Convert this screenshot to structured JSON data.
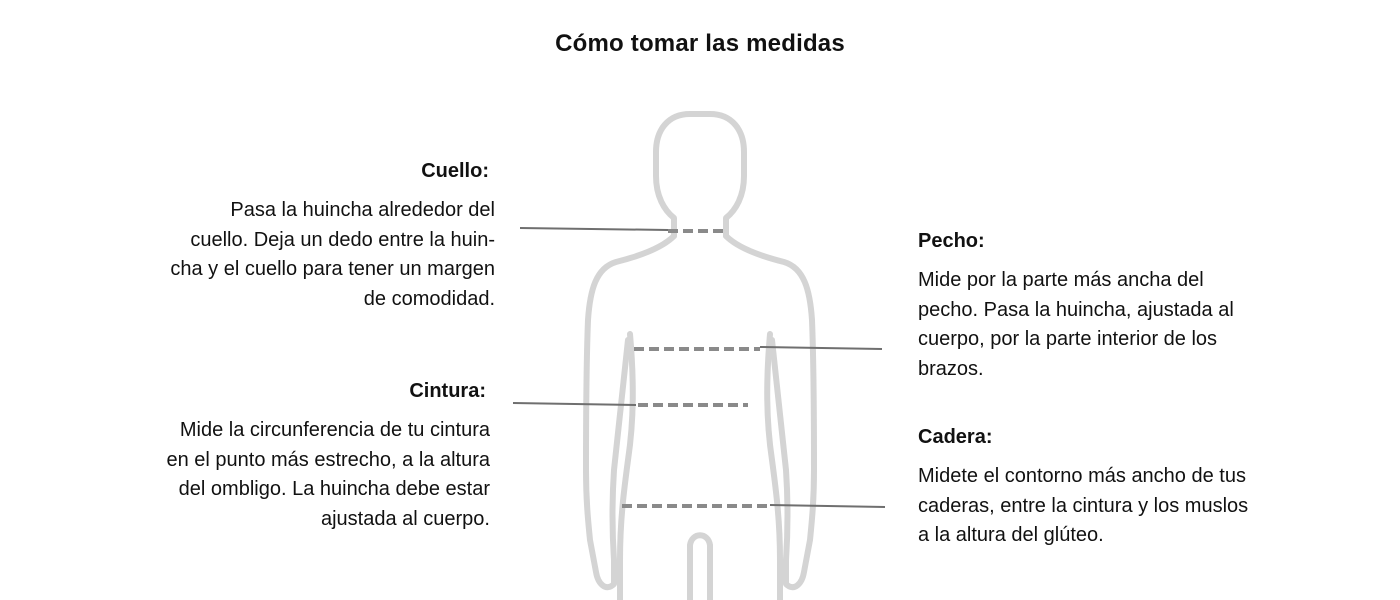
{
  "title": "Cómo tomar las medidas",
  "colors": {
    "silhouette": "#d4d4d4",
    "leader_line": "#6f6f6f",
    "tape_dash": "#8a8a8a",
    "text": "#111111"
  },
  "sections": {
    "neck": {
      "heading": "Cuello:",
      "lines": [
        "Pasa la huincha alrededor del",
        "cuello. Deja un dedo entre la huin-",
        "cha y el cuello para tener un margen",
        "de comodidad."
      ]
    },
    "waist": {
      "heading": "Cintura:",
      "lines": [
        "Mide la circunferencia de tu cintura",
        "en el punto más estrecho, a la altura",
        "del ombligo. La huincha debe estar",
        "ajustada al cuerpo."
      ]
    },
    "chest": {
      "heading": "Pecho:",
      "lines": [
        "Mide por la parte más ancha del",
        "pecho. Pasa la huincha, ajustada al",
        "cuerpo, por la parte interior de los",
        "brazos."
      ]
    },
    "hip": {
      "heading": "Cadera:",
      "lines": [
        "Midete el contorno más ancho de tus",
        "caderas, entre la cintura y los muslos",
        "a la altura del glúteo."
      ]
    }
  }
}
